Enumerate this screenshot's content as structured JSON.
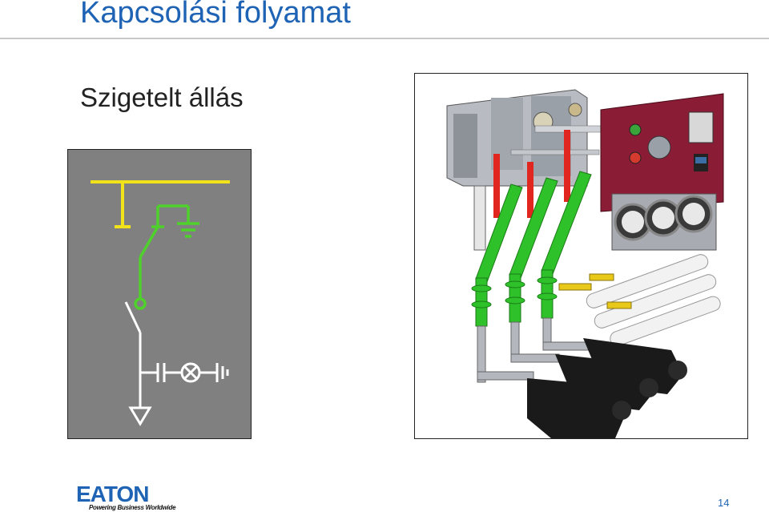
{
  "slide": {
    "title": "Kapcsolási folyamat",
    "subtitle": "Szigetelt állás",
    "page_number": "14"
  },
  "logo": {
    "wordmark": "EATON",
    "tagline": "Powering Business Worldwide"
  },
  "colors": {
    "title": "#1f63b5",
    "schematic_background": "#808080",
    "busbar": "#f2e21a",
    "earthing_switch": "#4fd12c",
    "circuit_lines": "#ffffff",
    "switchgear_panel": "#8a1c36",
    "insulators": "#2fc12a",
    "cable_heads": "#1a1a1a"
  },
  "schematic": {
    "description_icons": [
      "busbar",
      "earthing-switch",
      "disconnector",
      "voltage-indicator",
      "earth-symbol",
      "cable-terminal"
    ]
  }
}
